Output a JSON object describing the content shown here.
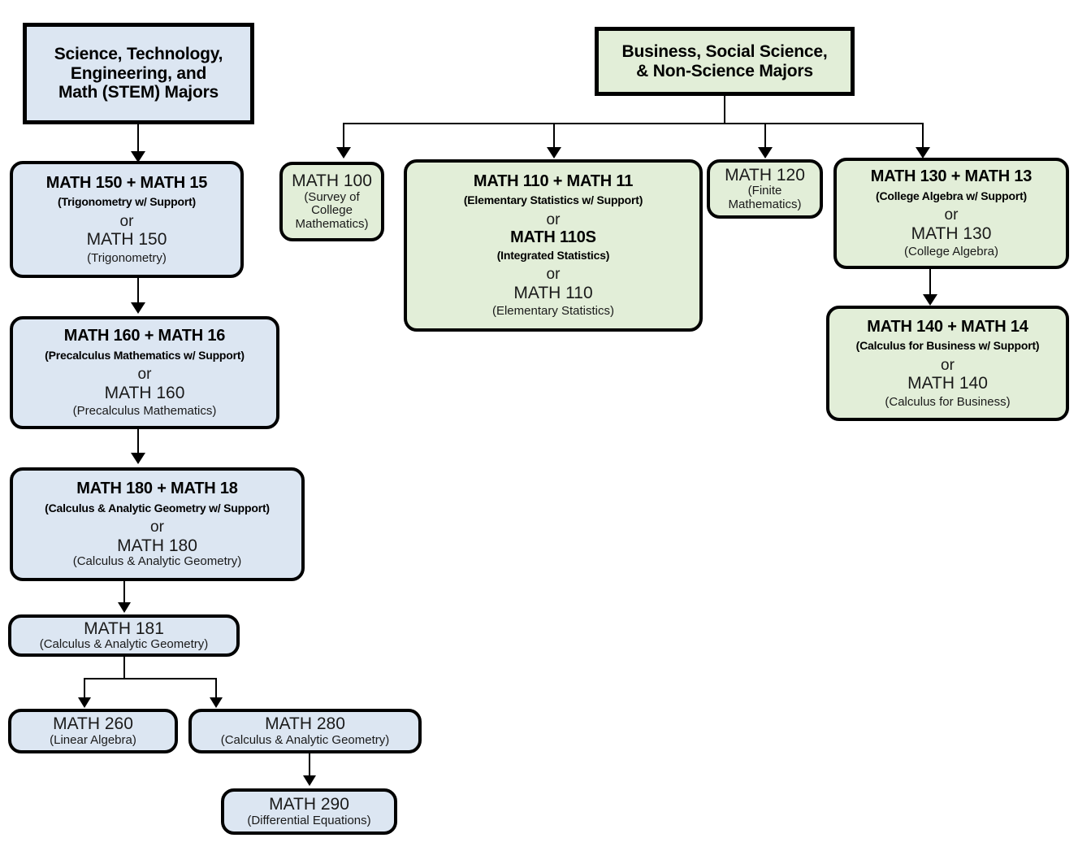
{
  "diagram": {
    "title_stem": "Science, Technology, Engineering, and Math (STEM) Majors",
    "title_nonstem": "Business, Social Science, & Non-Science Majors"
  },
  "colors": {
    "stem_fill": "#dce6f2",
    "nonstem_fill": "#e2eed8",
    "border": "#000000",
    "background": "#ffffff"
  },
  "headers": {
    "stem": {
      "line1": "Science, Technology,",
      "line2": "Engineering, and",
      "line3": "Math (STEM) Majors"
    },
    "nonstem": {
      "line1": "Business, Social Science,",
      "line2": "& Non-Science Majors"
    }
  },
  "stem_track": {
    "math150": {
      "code_support": "MATH 150 + MATH 15",
      "title_support": "(Trigonometry w/ Support)",
      "or": "or",
      "code_plain": "MATH 150",
      "title_plain": "(Trigonometry)"
    },
    "math160": {
      "code_support": "MATH 160 + MATH 16",
      "title_support": "(Precalculus Mathematics w/ Support)",
      "or": "or",
      "code_plain": "MATH 160",
      "title_plain": "(Precalculus Mathematics)"
    },
    "math180": {
      "code_support": "MATH 180 + MATH 18",
      "title_support": "(Calculus & Analytic Geometry w/ Support)",
      "or": "or",
      "code_plain": "MATH 180",
      "title_plain": "(Calculus & Analytic Geometry)"
    },
    "math181": {
      "code": "MATH 181",
      "title": "(Calculus & Analytic Geometry)"
    },
    "math260": {
      "code": "MATH 260",
      "title": "(Linear Algebra)"
    },
    "math280": {
      "code": "MATH 280",
      "title": "(Calculus & Analytic Geometry)"
    },
    "math290": {
      "code": "MATH 290",
      "title": "(Differential Equations)"
    }
  },
  "nonstem_track": {
    "math100": {
      "code": "MATH 100",
      "title_line1": "(Survey of",
      "title_line2": "College",
      "title_line3": "Mathematics)"
    },
    "math110": {
      "code_support": "MATH 110 + MATH 11",
      "title_support": "(Elementary Statistics w/ Support)",
      "or1": "or",
      "code_integrated": "MATH 110S",
      "title_integrated": "(Integrated Statistics)",
      "or2": "or",
      "code_plain": "MATH 110",
      "title_plain": "(Elementary Statistics)"
    },
    "math120": {
      "code": "MATH 120",
      "title_line1": "(Finite",
      "title_line2": "Mathematics)"
    },
    "math130": {
      "code_support": "MATH 130 + MATH 13",
      "title_support": "(College Algebra w/ Support)",
      "or": "or",
      "code_plain": "MATH 130",
      "title_plain": "(College Algebra)"
    },
    "math140": {
      "code_support": "MATH 140 + MATH 14",
      "title_support": "(Calculus for Business w/ Support)",
      "or": "or",
      "code_plain": "MATH 140",
      "title_plain": "(Calculus for Business)"
    }
  }
}
